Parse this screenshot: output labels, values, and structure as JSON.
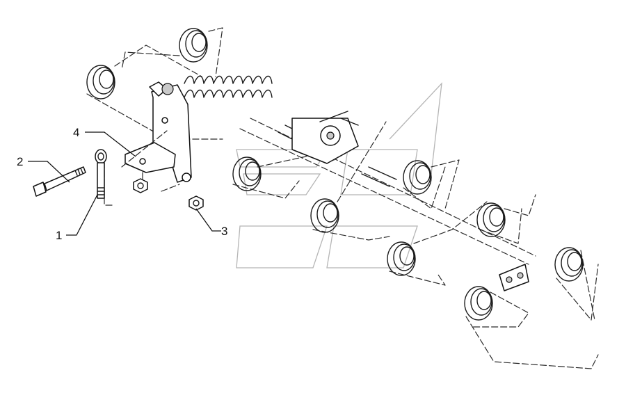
{
  "diagram": {
    "callouts": [
      {
        "id": "1",
        "label": "1"
      },
      {
        "id": "2",
        "label": "2"
      },
      {
        "id": "3",
        "label": "3"
      },
      {
        "id": "4",
        "label": "4"
      }
    ]
  },
  "colors": {
    "line": "#1a1a1a",
    "background": "#ffffff",
    "watermark": "#b5b5b5"
  }
}
